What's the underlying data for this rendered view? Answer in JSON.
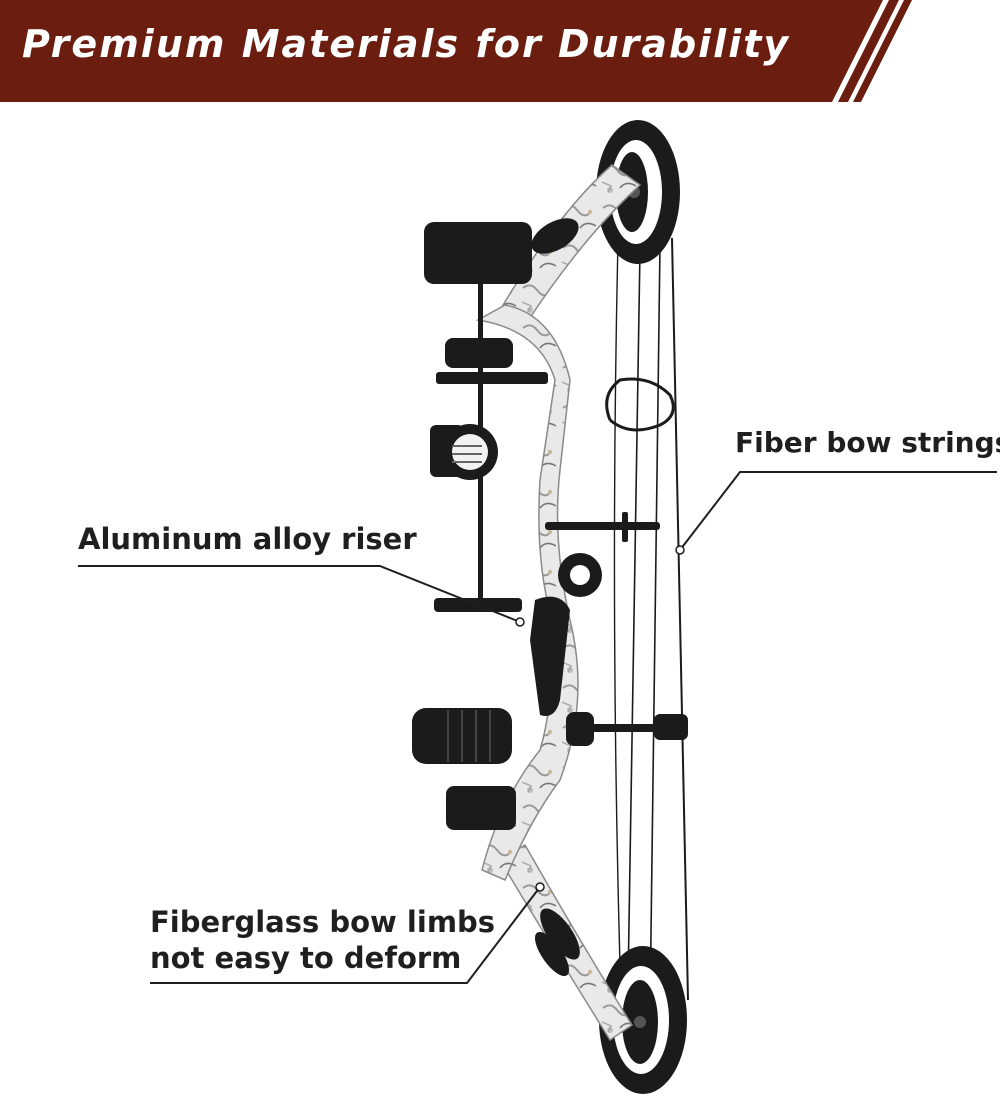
{
  "banner": {
    "title": "Premium Materials for Durability",
    "color": "#6b1e10"
  },
  "callouts": {
    "strings": "Fiber bow strings",
    "riser": "Aluminum alloy riser",
    "limbs_line1": "Fiberglass bow limbs",
    "limbs_line2": "not easy to deform"
  },
  "colors": {
    "bow_dark": "#1b1b1b",
    "camo_light": "#e6e6e6",
    "leader_line": "#1f1f1f"
  }
}
